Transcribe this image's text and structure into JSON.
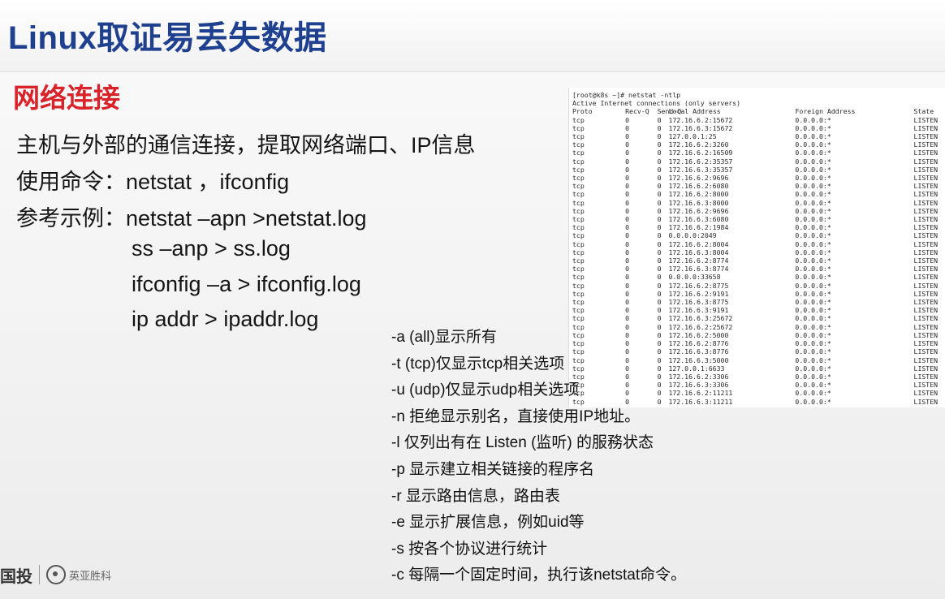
{
  "slide": {
    "title": "Linux取证易丢失数据",
    "section": "网络连接",
    "lines": [
      "主机与外部的通信连接，提取网络端口、IP信息",
      "使用命令：netstat ，ifconfig",
      "参考示例：netstat –apn >netstat.log"
    ],
    "examples": [
      "ss –anp > ss.log",
      "ifconfig –a > ifconfig.log",
      "ip addr > ipaddr.log"
    ]
  },
  "options": [
    "-a (all)显示所有",
    "-t (tcp)仅显示tcp相关选项",
    "-u (udp)仅显示udp相关选项",
    "-n 拒绝显示别名，直接使用IP地址。",
    "-l 仅列出有在 Listen (监听) 的服務状态",
    "-p 显示建立相关链接的程序名",
    "-r 显示路由信息，路由表",
    "-e 显示扩展信息，例如uid等",
    "-s 按各个协议进行统计",
    "-c 每隔一个固定时间，执行该netstat命令。"
  ],
  "terminal": {
    "prompt": "[root@k8s ~]# netstat -ntlp",
    "banner": "Active Internet connections (only servers)",
    "header": [
      "Proto",
      "Recv-Q",
      "Send-Q",
      "Local Address",
      "Foreign Address",
      "State"
    ],
    "rows": [
      [
        "tcp",
        "0",
        "0",
        "172.16.6.2:15672",
        "0.0.0.0:*",
        "LISTEN"
      ],
      [
        "tcp",
        "0",
        "0",
        "172.16.6.3:15672",
        "0.0.0.0:*",
        "LISTEN"
      ],
      [
        "tcp",
        "0",
        "0",
        "127.0.0.1:25",
        "0.0.0.0:*",
        "LISTEN"
      ],
      [
        "tcp",
        "0",
        "0",
        "172.16.6.2:3260",
        "0.0.0.0:*",
        "LISTEN"
      ],
      [
        "tcp",
        "0",
        "0",
        "172.16.6.2:16509",
        "0.0.0.0:*",
        "LISTEN"
      ],
      [
        "tcp",
        "0",
        "0",
        "172.16.6.2:35357",
        "0.0.0.0:*",
        "LISTEN"
      ],
      [
        "tcp",
        "0",
        "0",
        "172.16.6.3:35357",
        "0.0.0.0:*",
        "LISTEN"
      ],
      [
        "tcp",
        "0",
        "0",
        "172.16.6.2:9696",
        "0.0.0.0:*",
        "LISTEN"
      ],
      [
        "tcp",
        "0",
        "0",
        "172.16.6.2:6080",
        "0.0.0.0:*",
        "LISTEN"
      ],
      [
        "tcp",
        "0",
        "0",
        "172.16.6.2:8000",
        "0.0.0.0:*",
        "LISTEN"
      ],
      [
        "tcp",
        "0",
        "0",
        "172.16.6.3:8000",
        "0.0.0.0:*",
        "LISTEN"
      ],
      [
        "tcp",
        "0",
        "0",
        "172.16.6.2:9696",
        "0.0.0.0:*",
        "LISTEN"
      ],
      [
        "tcp",
        "0",
        "0",
        "172.16.6.3:6080",
        "0.0.0.0:*",
        "LISTEN"
      ],
      [
        "tcp",
        "0",
        "0",
        "172.16.6.2:1984",
        "0.0.0.0:*",
        "LISTEN"
      ],
      [
        "tcp",
        "0",
        "0",
        "0.0.0.0:2049",
        "0.0.0.0:*",
        "LISTEN"
      ],
      [
        "tcp",
        "0",
        "0",
        "172.16.6.2:8004",
        "0.0.0.0:*",
        "LISTEN"
      ],
      [
        "tcp",
        "0",
        "0",
        "172.16.6.3:8004",
        "0.0.0.0:*",
        "LISTEN"
      ],
      [
        "tcp",
        "0",
        "0",
        "172.16.6.2:8774",
        "0.0.0.0:*",
        "LISTEN"
      ],
      [
        "tcp",
        "0",
        "0",
        "172.16.6.3:8774",
        "0.0.0.0:*",
        "LISTEN"
      ],
      [
        "tcp",
        "0",
        "0",
        "0.0.0.0:33658",
        "0.0.0.0:*",
        "LISTEN"
      ],
      [
        "tcp",
        "0",
        "0",
        "172.16.6.2:8775",
        "0.0.0.0:*",
        "LISTEN"
      ],
      [
        "tcp",
        "0",
        "0",
        "172.16.6.2:9191",
        "0.0.0.0:*",
        "LISTEN"
      ],
      [
        "tcp",
        "0",
        "0",
        "172.16.6.3:8775",
        "0.0.0.0:*",
        "LISTEN"
      ],
      [
        "tcp",
        "0",
        "0",
        "172.16.6.3:9191",
        "0.0.0.0:*",
        "LISTEN"
      ],
      [
        "tcp",
        "0",
        "0",
        "172.16.6.3:25672",
        "0.0.0.0:*",
        "LISTEN"
      ],
      [
        "tcp",
        "0",
        "0",
        "172.16.6.2:25672",
        "0.0.0.0:*",
        "LISTEN"
      ],
      [
        "tcp",
        "0",
        "0",
        "172.16.6.2:5000",
        "0.0.0.0:*",
        "LISTEN"
      ],
      [
        "tcp",
        "0",
        "0",
        "172.16.6.2:8776",
        "0.0.0.0:*",
        "LISTEN"
      ],
      [
        "tcp",
        "0",
        "0",
        "172.16.6.3:8776",
        "0.0.0.0:*",
        "LISTEN"
      ],
      [
        "tcp",
        "0",
        "0",
        "172.16.6.3:5000",
        "0.0.0.0:*",
        "LISTEN"
      ],
      [
        "tcp",
        "0",
        "0",
        "127.0.0.1:6633",
        "0.0.0.0:*",
        "LISTEN"
      ],
      [
        "tcp",
        "0",
        "0",
        "172.16.6.2:3306",
        "0.0.0.0:*",
        "LISTEN"
      ],
      [
        "tcp",
        "0",
        "0",
        "172.16.6.3:3306",
        "0.0.0.0:*",
        "LISTEN"
      ],
      [
        "tcp",
        "0",
        "0",
        "172.16.6.2:11211",
        "0.0.0.0:*",
        "LISTEN"
      ],
      [
        "tcp",
        "0",
        "0",
        "172.16.6.3:11211",
        "0.0.0.0:*",
        "LISTEN"
      ]
    ]
  },
  "footer": {
    "org": "国投",
    "brand": "英亚胜科"
  }
}
